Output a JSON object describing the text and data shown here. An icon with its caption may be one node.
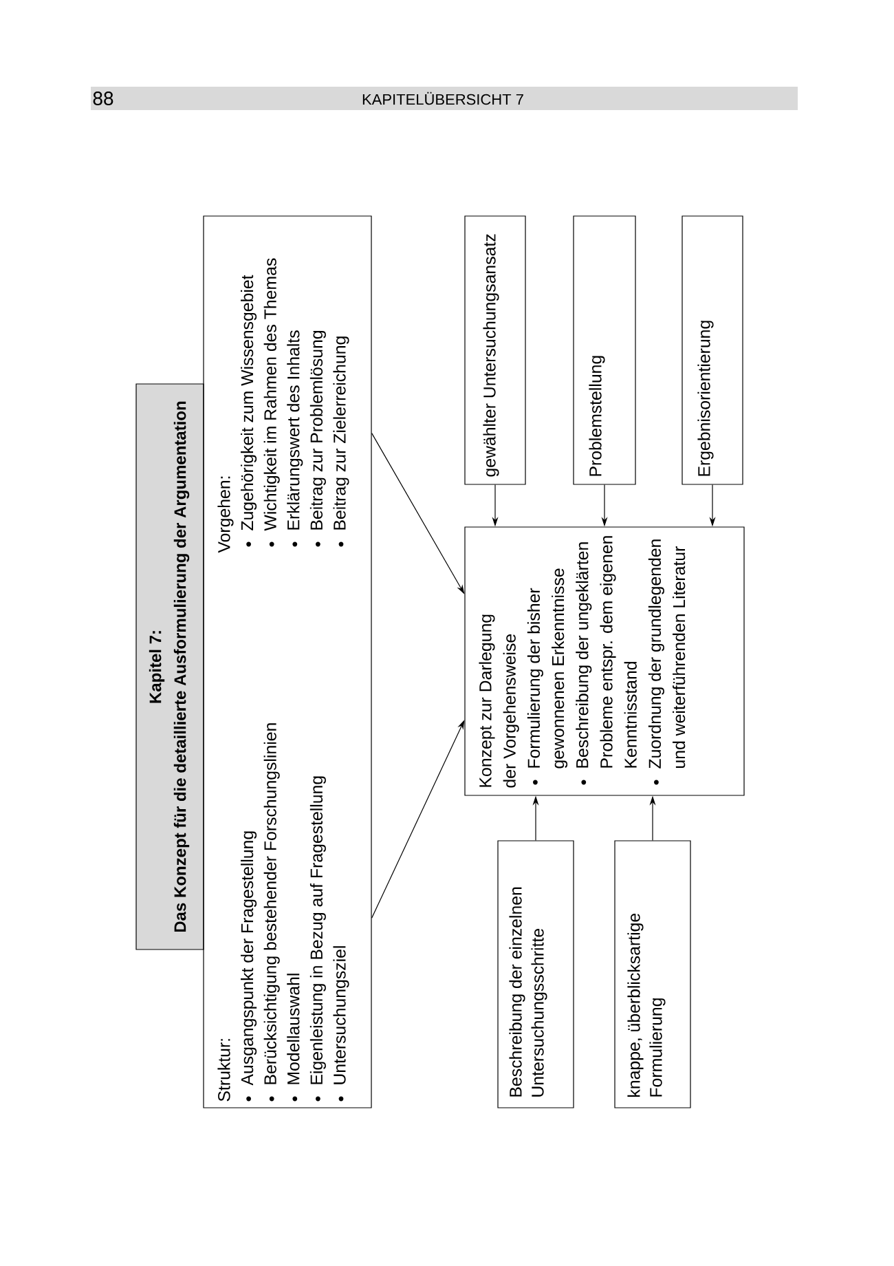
{
  "diagram": {
    "nodes": [
      {
        "text": [
          "Kapitel 7:",
          "Das Konzept für die detaillierte Ausformulierung der Argumentation"
        ]
      },
      {
        "text": [
          "Struktur:",
          "Ausgangspunkt der Fragestellung",
          "Berücksichtigung bestehender Forschungslinien",
          "Modellauswahl",
          "Eigenleistung in Bezug auf Fragestellung",
          "Untersuchungsziel",
          "Vorgehen:",
          "Zugehörigkeit zum Wissensgebiet",
          "Wichtigkeit im Rahmen des Themas",
          "Erklärungswert des Inhalts",
          "Beitrag zur Problemlösung",
          "Beitrag zur Zielerreichung"
        ]
      },
      {
        "text": [
          "Beschreibung der einzelnen Untersuchungsschritte"
        ]
      },
      {
        "text": [
          "knappe, überblicksartige Formulierung"
        ]
      },
      {
        "text": [
          "Konzept zur Darlegung der Vorgehensweise",
          "Formulierung der bisher gewonnenen Erkenntnisse",
          "Beschreibung der ungeklärten Probleme entspr. dem eigenen Kenntnisstand",
          "Zuordnung der grundlegenden und weiterführenden Literatur"
        ]
      },
      {
        "text": [
          "gewählter Untersuchungsansatz"
        ]
      },
      {
        "text": [
          "Problemstellung"
        ]
      },
      {
        "text": [
          "Ergebnisorientierung"
        ]
      }
    ],
    "edges": [
      {
        "from": 1,
        "to": 4,
        "arrow": "to"
      },
      {
        "from": 1,
        "to": 4,
        "arrow": "to"
      },
      {
        "from": 5,
        "to": 4,
        "arrow": "to"
      },
      {
        "from": 6,
        "to": 4,
        "arrow": "to"
      },
      {
        "from": 7,
        "to": 4,
        "arrow": "to"
      },
      {
        "from": 2,
        "to": 4,
        "arrow": "to"
      },
      {
        "from": 3,
        "to": 4,
        "arrow": "to"
      }
    ],
    "labels": [
      "88",
      "KAPITELÜBERSICHT 7"
    ]
  }
}
